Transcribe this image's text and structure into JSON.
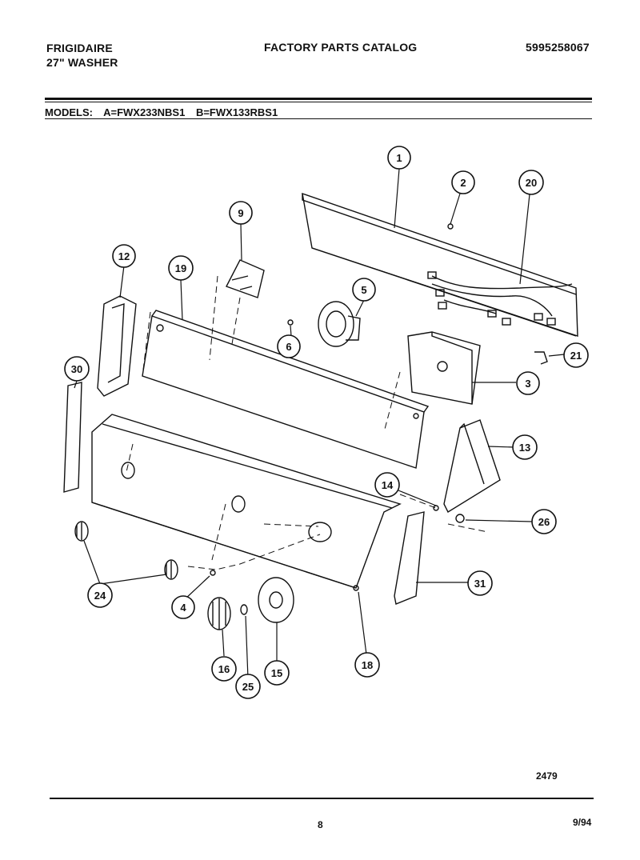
{
  "header": {
    "brand": "FRIGIDAIRE",
    "product": "27\" WASHER",
    "catalog_title": "FACTORY PARTS CATALOG",
    "catalog_number": "5995258067"
  },
  "models": {
    "label": "MODELS:",
    "model_a": "A=FWX233NBS1",
    "model_b": "B=FWX133RBS1"
  },
  "diagram": {
    "callouts": [
      "1",
      "2",
      "20",
      "9",
      "12",
      "19",
      "5",
      "6",
      "21",
      "3",
      "30",
      "13",
      "14",
      "26",
      "24",
      "4",
      "31",
      "16",
      "25",
      "15",
      "18"
    ],
    "drawing_number": "2479"
  },
  "footer": {
    "page_number": "8",
    "date": "9/94"
  }
}
